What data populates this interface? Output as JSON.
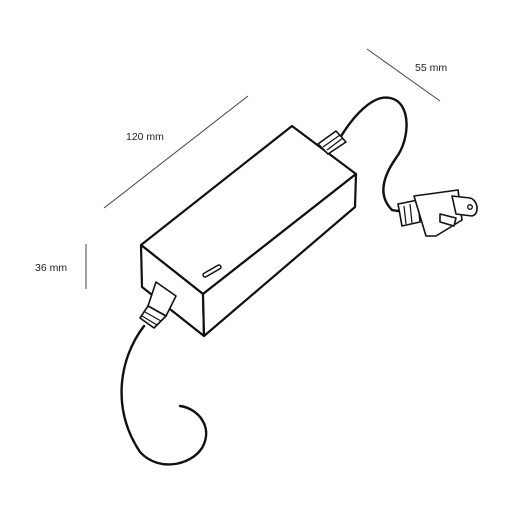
{
  "dimensions": {
    "length": "120 mm",
    "width": "55 mm",
    "height": "36 mm"
  },
  "colors": {
    "line": "#111111",
    "dimension_line": "#444444",
    "background": "#ffffff"
  }
}
